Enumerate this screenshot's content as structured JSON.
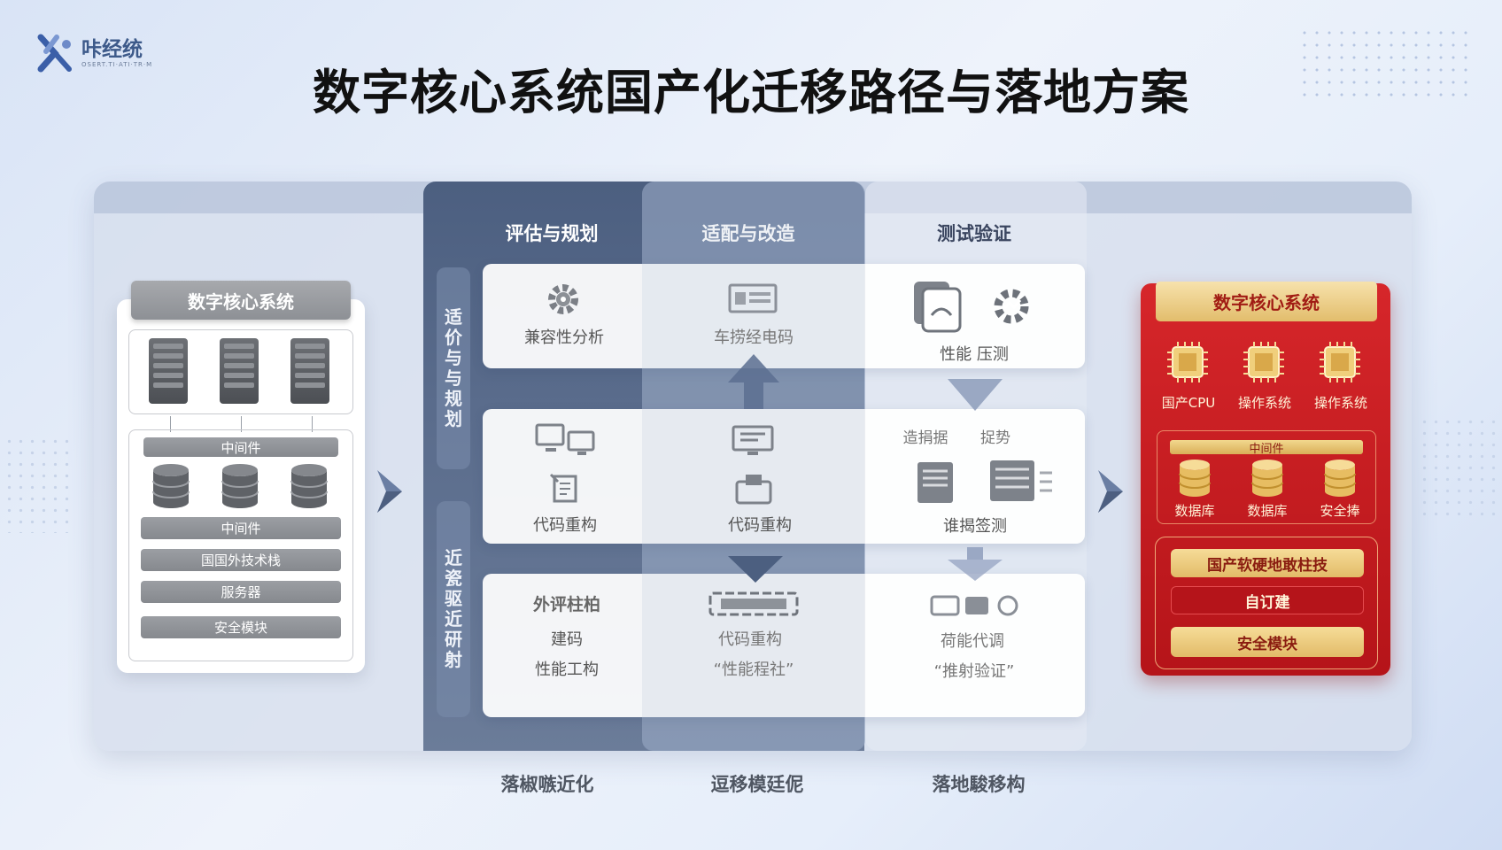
{
  "brand": {
    "name": "咔经统",
    "sub": "OSERT.TI·ATI·TR·M"
  },
  "title": "数字核心系统国产化迁移路径与落地方案",
  "left_panel": {
    "header": "数字核心系统",
    "mid1": "中间件",
    "bars": [
      "中间件",
      "国国外技术栈",
      "服务器",
      "安全模块"
    ]
  },
  "columns": {
    "h1": "评估与规划",
    "h2": "适配与改造",
    "h3": "测试验证"
  },
  "vertical_labels": {
    "top": [
      "适",
      "价",
      "与",
      "与",
      "规",
      "划"
    ],
    "bottom": [
      "近",
      "瓷",
      "驱",
      "近",
      "研",
      "射"
    ]
  },
  "cards": {
    "r1c1": "兼容性分析",
    "r1c2": "车捞经电码",
    "r1c3": "性能 压测",
    "r2c1": "代码重构",
    "r2c2": "代码重构",
    "r2c3a": "造捐据",
    "r2c3b": "捉势",
    "r2c3c": "谁揭签测",
    "r3c1a": "外评柱柏",
    "r3c1b": "建码",
    "r3c1c": "性能工构",
    "r3c2a": "代码重构",
    "r3c2b": "“性能程社”",
    "r3c3a": "荷能代调",
    "r3c3b": "“推射验证”"
  },
  "bottom": {
    "b1": "落椒嗾近化",
    "b2": "逗移模廷伲",
    "b3": "落地駿移构"
  },
  "right_panel": {
    "header": "数字核心系统",
    "chips": [
      "国产CPU",
      "操作系统",
      "操作系统"
    ],
    "mid": "中间件",
    "dbs": [
      "数据库",
      "数据库",
      "安全捧"
    ],
    "btns": [
      "国产软硬地敢柱技",
      "自订建",
      "安全模块"
    ]
  },
  "colors": {
    "accent_red": "#c81e23",
    "gold": "#e8c878",
    "navy": "#4c5f80"
  }
}
